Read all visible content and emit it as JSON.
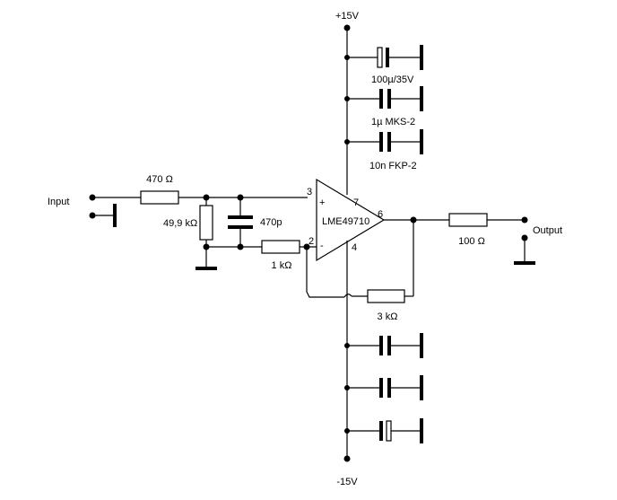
{
  "supply": {
    "positive": "+15V",
    "negative": "-15V"
  },
  "io": {
    "input": "Input",
    "output": "Output"
  },
  "opamp": {
    "part": "LME49710",
    "pin_noninv": "3",
    "pin_inv": "2",
    "pin_vpos": "7",
    "pin_vneg": "4",
    "pin_out": "6",
    "plus_sign": "+",
    "minus_sign": "-"
  },
  "resistors": {
    "r_input": "470 Ω",
    "r_bias": "49,9 kΩ",
    "r_ground": "1 kΩ",
    "r_feedback": "3 kΩ",
    "r_output": "100 Ω"
  },
  "capacitors": {
    "c_input": "470p",
    "c_bulk": "100µ/35V",
    "c_mks": "1µ MKS-2",
    "c_fkp": "10n FKP-2"
  }
}
